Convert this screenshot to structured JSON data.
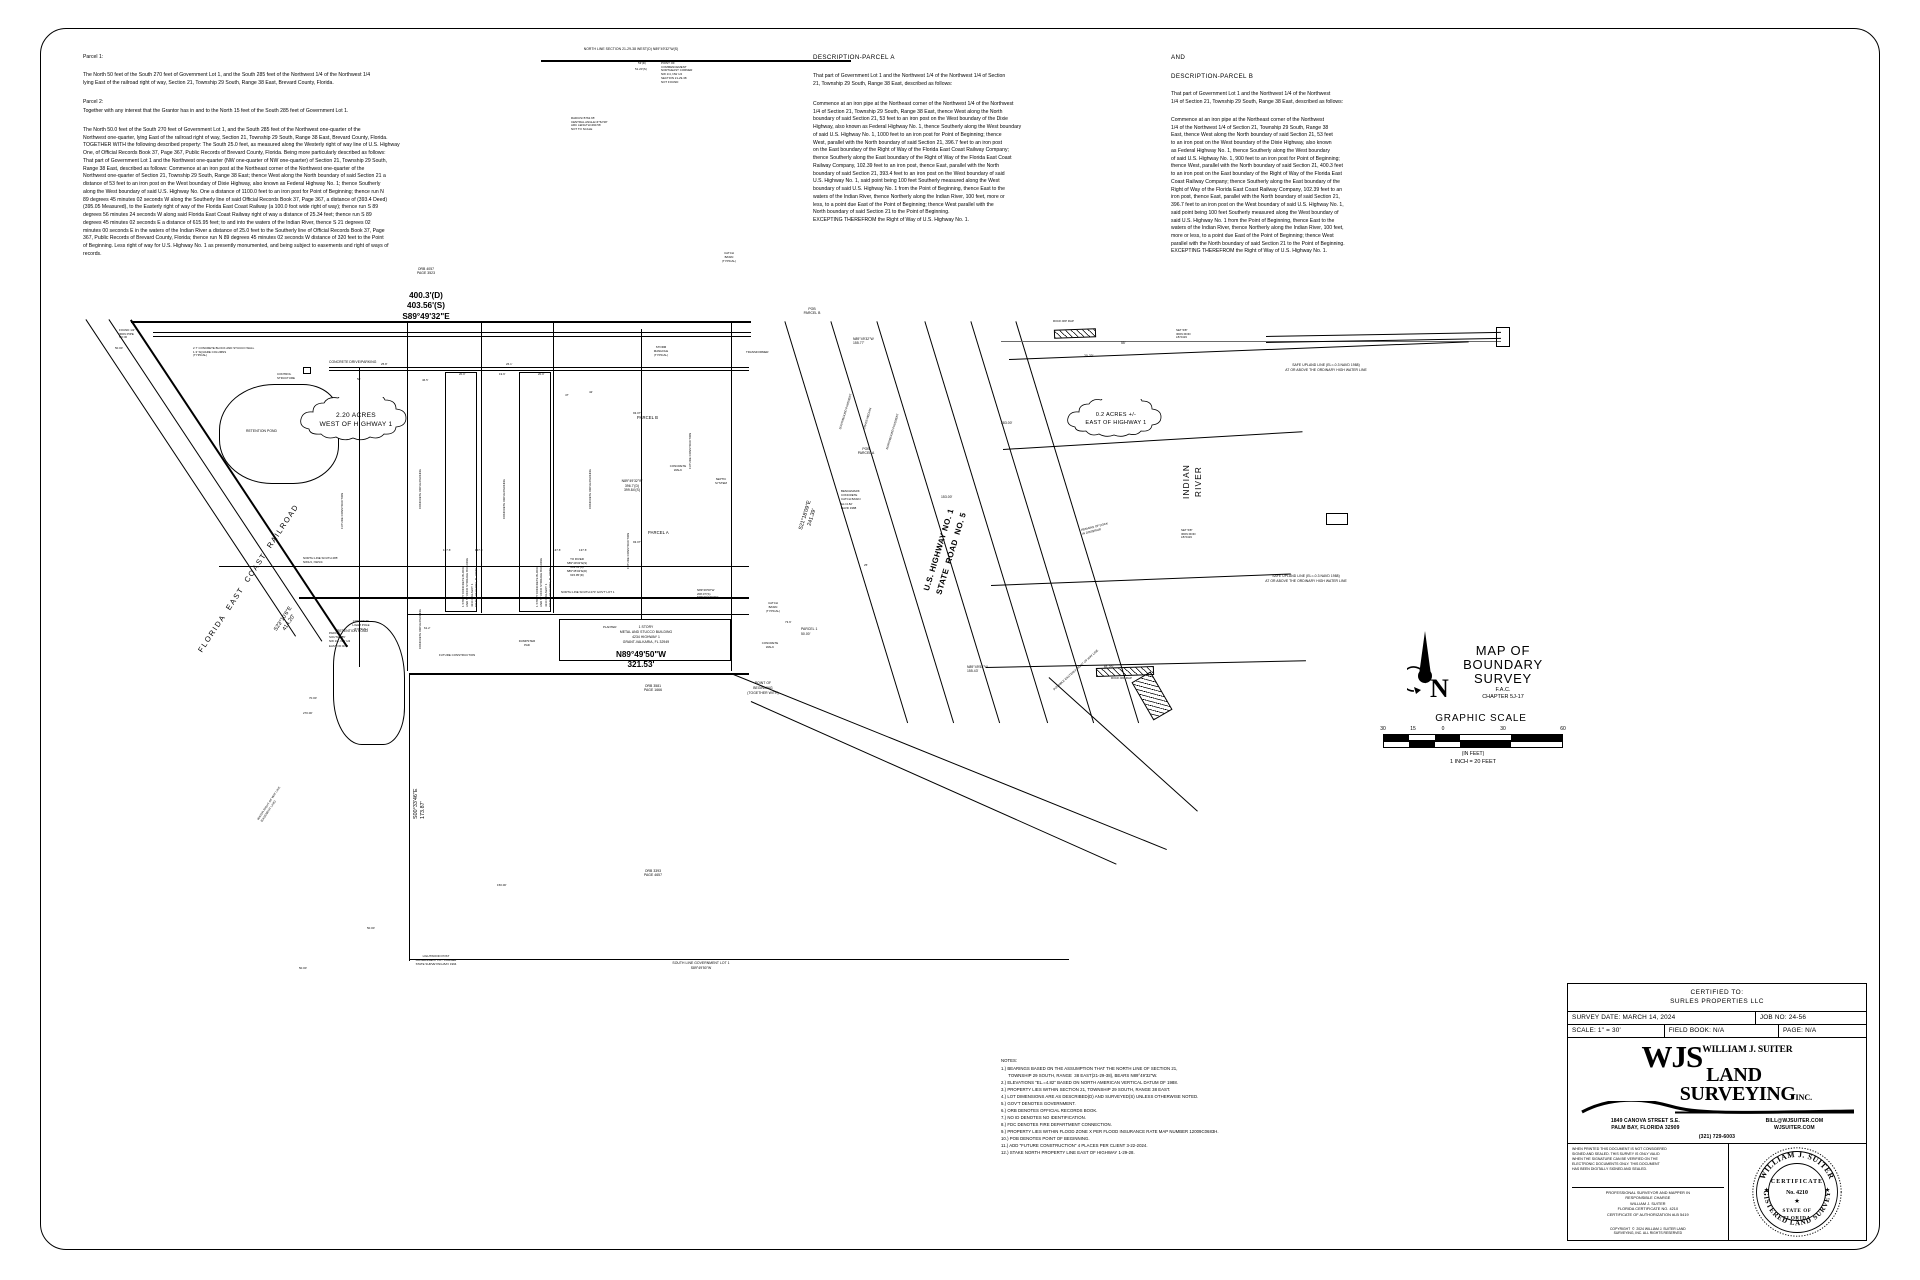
{
  "sheet": {
    "title_lines": [
      "MAP OF",
      "BOUNDARY",
      "SURVEY"
    ],
    "fac": "F.A.C.",
    "fac_chapter": "CHAPTER 5J-17",
    "graphic_scale_label": "GRAPHIC SCALE",
    "scale_ticks": [
      "30",
      "15",
      "0",
      "30",
      "60"
    ],
    "scale_units": "(IN FEET)",
    "scale_equiv": "1 INCH = 20 FEET",
    "north_letter": "N"
  },
  "legal": {
    "parcel1_head": "Parcel 1:",
    "parcel1_body": "The North 50 feet of the South 270 feet of Government Lot 1, and the South 285 feet of the Northwest 1/4 of the Northwest 1/4\nlying East of the railroad right of way, Section 21, Township 29 South, Range 38 East, Brevard County, Florida.",
    "parcel2_head": "Parcel 2:",
    "parcel2_body": "Together with any interest that the Grantor has in and to the North 15 feet of the South 285 feet of Government Lot 1.",
    "parcel_long": "The North 50.0 feet of the South 270 feet of Government Lot 1, and the South 285 feet of the Northwest one-quarter of the\nNorthwest one-quarter, lying East of the railroad right of way, Section 21, Township 29 South, Range 38 East, Brevard County, Florida.\nTOGETHER WITH the following described property: The South 25.0 feet, as measured along the Westerly right of way line of U.S. Highway\nOne, of Official Records Book 37, Page 367, Public Records of Brevard County, Florida. Being more particularly described as follows:\nThat part of Government Lot 1 and the Northwest one-quarter (NW one-quarter of NW one-quarter) of Section 21, Township 29 South,\nRange 38 East, described as follows: Commence at an iron post at the Northeast corner of the Northwest one-quarter of the\nNorthwest one-quarter of Section 21, Township 29 South, Range 38 East; thence West along the North boundary of said Section 21 a\ndistance of 53 feet to an iron post on the West boundary of Dixie Highway, also known as Federal Highway No. 1; thence Southerly\nalong the West boundary of said U.S. Highway No. One a distance of 1100.0 feet to an iron post for Point of Beginning; thence run N\n89 degrees 45 minutes 02 seconds W along the Southerly line of said Official Records Book 37, Page 367, a distance of (393.4 Deed)\n(395.05 Measured), to the Easterly right of way of the Florida East Coast Railway (a 100.0 foot wide right of way); thence run S 89\ndegrees 56 minutes 24 seconds W along said Florida East Coast Railway right of way a distance of 25.34 feet; thence run S 89\ndegrees 45 minutes 02 seconds E a distance of 615.95 feet; to and into the waters of the Indian River, thence S 21 degrees 02\nminutes 00 seconds E in the waters of the Indian River a distance of 25.0 feet to the Southerly line of Official Records Book 37, Page\n367, Public Records of Brevard County, Florida; thence run N 89 degrees 45 minutes 02 seconds W distance of 320 feet to the Point\nof Beginning. Less right of way for U.S. Highway No. 1 as presently monumented, and being subject to easements and right of ways of\nrecords."
  },
  "parcelA": {
    "heading": "DESCRIPTION-PARCEL A",
    "intro": "That part of Government Lot 1 and the Northwest 1/4 of the Northwest 1/4 of Section\n21, Township 29 South, Range 38 East, described as follows:",
    "body": "Commence at an iron pipe at the Northeast corner of the Northwest 1/4 of the Northwest\n1/4 of Section 21, Township 29 South, Range 38 East, thence West along the North\nboundary of said Section 21, 53 feet to an iron post on the West boundary of the Dixie\nHighway, also known as Federal Highway No. 1, thence Southerly along the West boundary\nof said U.S. Highway No. 1, 1000 feet to an iron post for Point of Beginning; thence\nWest, parallel with the North boundary of said Section 21, 396.7 feet to an iron post\non the East boundary of the Right of Way of the Florida East Coast Railway Company;\nthence Southerly along the East boundary of the Right of Way of the Florida East Coast\nRailway Company, 102.39 feet to an iron post, thence East, parallel with the North\nboundary of said Section 21, 393.4 feet to an iron post on the West boundary of said\nU.S. Highway No. 1, said point being 100 feet Southerly measured along the West\nboundary of said U.S. Highway No. 1 from the Point of Beginning, thence East to the\nwaters of the Indian River, thence Northerly along the Indian River, 100 feet, more or\nless, to a point due East of the Point of Beginning; thence West parallel with the\nNorth boundary of said Section 21 to the Point of Beginning.\nEXCEPTING THEREFROM the Right of Way of U.S. Highway No. 1."
  },
  "parcelB": {
    "and": "AND",
    "heading": "DESCRIPTION-PARCEL B",
    "intro": "That part of Government Lot 1 and the Northwest 1/4 of the Northwest\n1/4 of Section 21, Township 29 South, Range 38 East, described as follows:",
    "body": "Commence at an iron pipe at the Northeast corner of the Northwest\n1/4 of the Northwest 1/4 of Section 21, Township 29 South, Range 38\nEast, thence West along the North boundary of said Section 21, 53 feet\nto an iron post on the West boundary of the Dixie Highway, also known\nas Federal Highway No. 1, thence Southerly along the West boundary\nof said U.S. Highway No. 1, 900 feet to an iron post for Point of Beginning;\nthence West, parallel with the North boundary of said Section 21, 400.3 feet\nto an iron post on the East boundary of the Right of Way of the Florida East\nCoast Railway Company; thence Southerly along the East boundary of the\nRight of Way of the Florida East Coast Railway Company, 102.39 feet to an\niron post, thence East, parallel with the North boundary of said Section 21,\n396.7 feet to an iron post on the West boundary of said U.S. Highway No. 1,\nsaid point being 100 feet Southerly measured along the West boundary of\nsaid U.S. Highway No. 1 from the Point of Beginning, thence East to the\nwaters of the Indian River, thence Northerly along the Indian River, 100 feet,\nmore or less, to a point due East of the Point of Beginning; thence West\nparallel with the North boundary of said Section 21 to the Point of Beginning.\nEXCEPTING THEREFROM the Right of Way of U.S. Highway No. 1."
  },
  "titleblock": {
    "certified_to_label": "CERTIFIED TO:",
    "certified_to": "SURLES PROPERTIES LLC",
    "survey_date": "SURVEY DATE: MARCH 14, 2024",
    "job_no": "JOB NO: 24-56",
    "scale": "SCALE: 1\" = 30'",
    "field_book": "FIELD BOOK: N/A",
    "page": "PAGE: N/A",
    "logo_wjs": "WJS",
    "logo_name": "WILLIAM J. SUITER",
    "logo_land": "LAND",
    "logo_surveying": "SURVEYING",
    "logo_inc": "INC.",
    "address1": "1849 CANOVA STREET S.E.",
    "address2": "PALM BAY, FLORIDA 32909",
    "email": "BILL@WJSUITER.COM",
    "website": "WJSUITER.COM",
    "phone": "(321) 729-6003",
    "disclaimer": "WHEN PRINTED THIS DOCUMENT IS NOT CONSIDERED\nSIGNED AND SEALED. THIS SURVEY IS ONLY VALID\nWHEN THE SIGNATURE CAN BE VERIFIED ON THE\nELECTRONIC DOCUMENTS ONLY. THIS DOCUMENT\nHAS BEEN DIGITALLY SIGNED AND SEALED.",
    "responsible": "PROFESSIONAL SURVEYOR AND MAPPER IN\nRESPONSIBLE CHARGE\nWILLIAM J. SUITER\nFLORIDA CERTIFICATE NO. 4210\nCERTIFICATE OF AUTHORIZATION #LB 5419",
    "copyright": "COPYRIGHT  ©  2024 WILLIAM J. SUITER LAND\nSURVEYING, INC. ALL RIGHTS RESERVED",
    "seal_top": "WILLIAM J. SUITER",
    "seal_cert": "CERTIFICATE",
    "seal_no": "No. 4210",
    "seal_state": "STATE OF",
    "seal_florida": "FLORIDA",
    "seal_bottom": "REGISTERED LAND SURVEYOR"
  },
  "notes": {
    "heading": "NOTES:",
    "items": [
      "1.) BEARINGS BASED ON THE ASSUMPTION THAT THE NORTH LINE OF SECTION 21,",
      "      TOWNSHIP 29 SOUTH, RANGE  38 EAST(21-29-38), BEARS N89°49'32\"W.",
      "2.) ELEVATIONS \"EL.=4.82\" BASED ON NORTH AMERICAN VERTICAL DATUM OF 1988.",
      "3.) PROPERTY LIES WITHIN SECTION 21, TOWNSHIP 29 SOUTH, RANGE 38 EAST.",
      "4.) LOT DIMENSIONS ARE AS DESCRIBED(D) AND SURVEYED(S) UNLESS OTHERWISE NOTED.",
      "5.) GOV'T DENOTES GOVERNMENT.",
      "6.) ORB DENOTES OFFICIAL RECORDS BOOK.",
      "7.) NO ID DENOTES NO IDENTIFICATION.",
      "8.) FDC DENOTES FIRE DEPARTMENT CONNECTION.",
      "9.) PROPERTY LIES WITHIN FLOOD ZONE X PER FLOOD INSURANCE RATE MAP NUMBER 12009C0683H.",
      "10.) POB DENOTES POINT OF BEGINNING.",
      "11.) ADD \"FUTURE CONSTRUCTION\" 4 PLACES PER CLIENT 3-22-2024.",
      "12.) STAKE NORTH PROPERTY LINE EAST OF HIGHWAY 1-29-28."
    ]
  },
  "map": {
    "north_line_section": "NORTH LINE SECTION 21-29-38 WEST(D) N89°49'32\"W(S)",
    "poc": "POINT OF\nCOMMENCEMENT\nNORTHEAST CORNER\nNW 1/4, NW 1/4\nSECTION 21-29-38\nNOT FOUND",
    "orb4057": "ORB 4057\nPAGE 3523",
    "orb3581": "ORB 3581\nPAGE 1666",
    "orb3393": "ORB 3393\nPAGE 4657",
    "bearing_north": "400.3'(D)\n403.56'(S)\nS89°49'32\"E",
    "bearing_mid": "N89°49'32\"W\n396.7'(D)\n399.84'(S)",
    "bearing_south": "N89°49'50\"W\n321.53'",
    "to_river": "TO RIVER\nS89°49'32\"E(S)\n603.11'(S)\nS89°45'02\"E(D)\n615.95'(D)",
    "parcelA_lbl": "PARCEL A",
    "parcelB_lbl": "PARCEL B",
    "pob_A": "POB\nPARCEL A",
    "pob_B": "POB\nPARCEL B",
    "pob_together": "POINT OF\nBEGINNING\n(TOGETHER WITH)",
    "acres_west": "2.20 ACRES\nWEST OF HIGHWAY 1",
    "acres_east": "0.2 ACRES +/-\nEAST OF HIGHWAY 1",
    "indian_river": "INDIAN\nRIVER",
    "fec_rr": "FLORIDA  EAST  COAST  RAILROAD",
    "us1": "U.S. HIGHWAY NO. 1\nSTATE  ROAD  NO. 5",
    "safe_upland_1": "SAFE UPLAND LINE (EL=-0.3 NAVD 1988)\nAT OR ABOVE THE ORDINARY HIGH WATER LINE",
    "safe_upland_2": "SAFE UPLAND LINE (EL=-0.3 NAVD 1988)\nAT OR ABOVE THE ORDINARY HIGH WATER LINE",
    "building1": "1 STORY CONCRETE BLOCK\nAND STUCCO STORAGE BUILDING\n4234 HIGHWAY 1\nGRANT-VALKARIA, FL 32949",
    "building2": "1 STORY CONCRETE BLOCK\nAND STUCCO STORAGE BUILDING\n4234 HIGHWAY 1\nGRANT-VALKARIA, FL 32949",
    "building3": "1 STORY\nMETAL AND STUCCO BUILDING\n4234 HIGHWAY 1\nGRANT-VALKARIA, FL 32949",
    "retention1": "RETENTION POND",
    "retention2": "RETENTION POND",
    "control_structure": "CONTROL\nSTRUCTURE",
    "wall_note": "2.7' CONCRETE BLOCK AND STUCCO WALL\n1.3' SQUARE COLUMNS\n(TYPICAL)",
    "north_line_s285": "NORTH LINE SOUTH 285'\nNW1/4, NW1/4",
    "north_line_gov": "NORTH LINE SOUTH 270' GOV'T LOT 1",
    "south_line_gov": "SOUTH LINE GOVERNMENT LOT 1\nS89°49'50\"W",
    "parcel1_lbl": "PARCEL 1\n50.00'",
    "parcel_s285": "PARCEL\nSOUTH 285'\nNW 1/4, NW 1/4\nEAST OF R/W",
    "radius_note": "RADIUS=5762.65'\nCENTRAL ANGLE=4°52'39\"\nARC LENGTH=490.56'\nNOT TO SCALE",
    "s23_bearing": "S23°10'6\"E\n414.20'",
    "s00_bearing": "S00°33'46\"E\n173.87'",
    "s21_bearing": "S21°18'09\"E\n241.39'",
    "n89_1": "N89°49'32\"W\n155.77'",
    "n89_2": "N89°49'53\"W\n155.43'",
    "n89_3": "N89°49'50\"W\n208.07'(S)\nN89°49'32\"W(D)",
    "grass_median": "GRASS MEDIAN",
    "northbound": "NORTHBOUND PAVEMENT",
    "southbound": "SOUTHBOUND PAVEMENT",
    "rock_rip_rap": "ROCK RIP RAP",
    "remains_dock": "REMAINS OF DOCK\nIN DISREPAIR",
    "possible_rw": "POSSIBLE EASTERLY RIGHT OF WAY LINE",
    "future_construction": "FUTURE CONSTRUCTION",
    "concrete_drive": "CONCRETE DRIVE/PARKING",
    "storm_manhole": "STORM\nMANHOLE\n(TYPICAL)",
    "transformer": "TRANSFORMER",
    "septic": "SEPTIC\nSYSTEM",
    "dumpster": "DUMPSTER\nPAD",
    "planter": "PLANTER",
    "concrete_walk": "CONCRETE\nWALK",
    "catch_basin": "CATCH\nBASIN\n(TYPICAL)",
    "light_typ": "CONCRETE\nLIGHT POLE\n(TYPICAL)",
    "benchmark": "BENCHMARK\nCONCRETE\nCATCH BASIN\nEL=4.82'\nNAVD 1988",
    "set_iron_rod": "SET 5/8\"\nIRON ROD\nLB 5419",
    "set_iron_rod2": "SET 5/8\"\nIRON ROD\nLB 5419",
    "found_iron": "FOUND 1/2\"\nIRON PIPE\nNO ID",
    "lightwood_post": "LIGHTWOOD POST\nGOVERNMENT LOT CORNER\nSTATE SURVEYING-BAY 1994",
    "fence_note": "WATER RIGHT OF WAY LINE\n(EASEMENT LINE)",
    "dims": [
      "50.00'",
      "61.2'",
      "50.00'",
      "70.00'",
      "270.00'",
      "150.00'",
      "50.00'",
      "50.00'",
      "25.8'",
      "26.1'",
      "20.0'",
      "19.9'",
      "20.0'",
      "137.6'",
      "137.6'",
      "137.6'",
      "137.6'",
      "46.5'",
      "42'",
      "58'",
      "93.07'",
      "93.07'",
      "283.00'",
      "153.00'",
      "61.20'",
      "55'",
      "25'",
      "73.9'",
      "20.23'",
      "53'(D)",
      "51.20'(S)",
      "47'",
      "40'",
      "30.0'",
      "20.4'"
    ]
  }
}
